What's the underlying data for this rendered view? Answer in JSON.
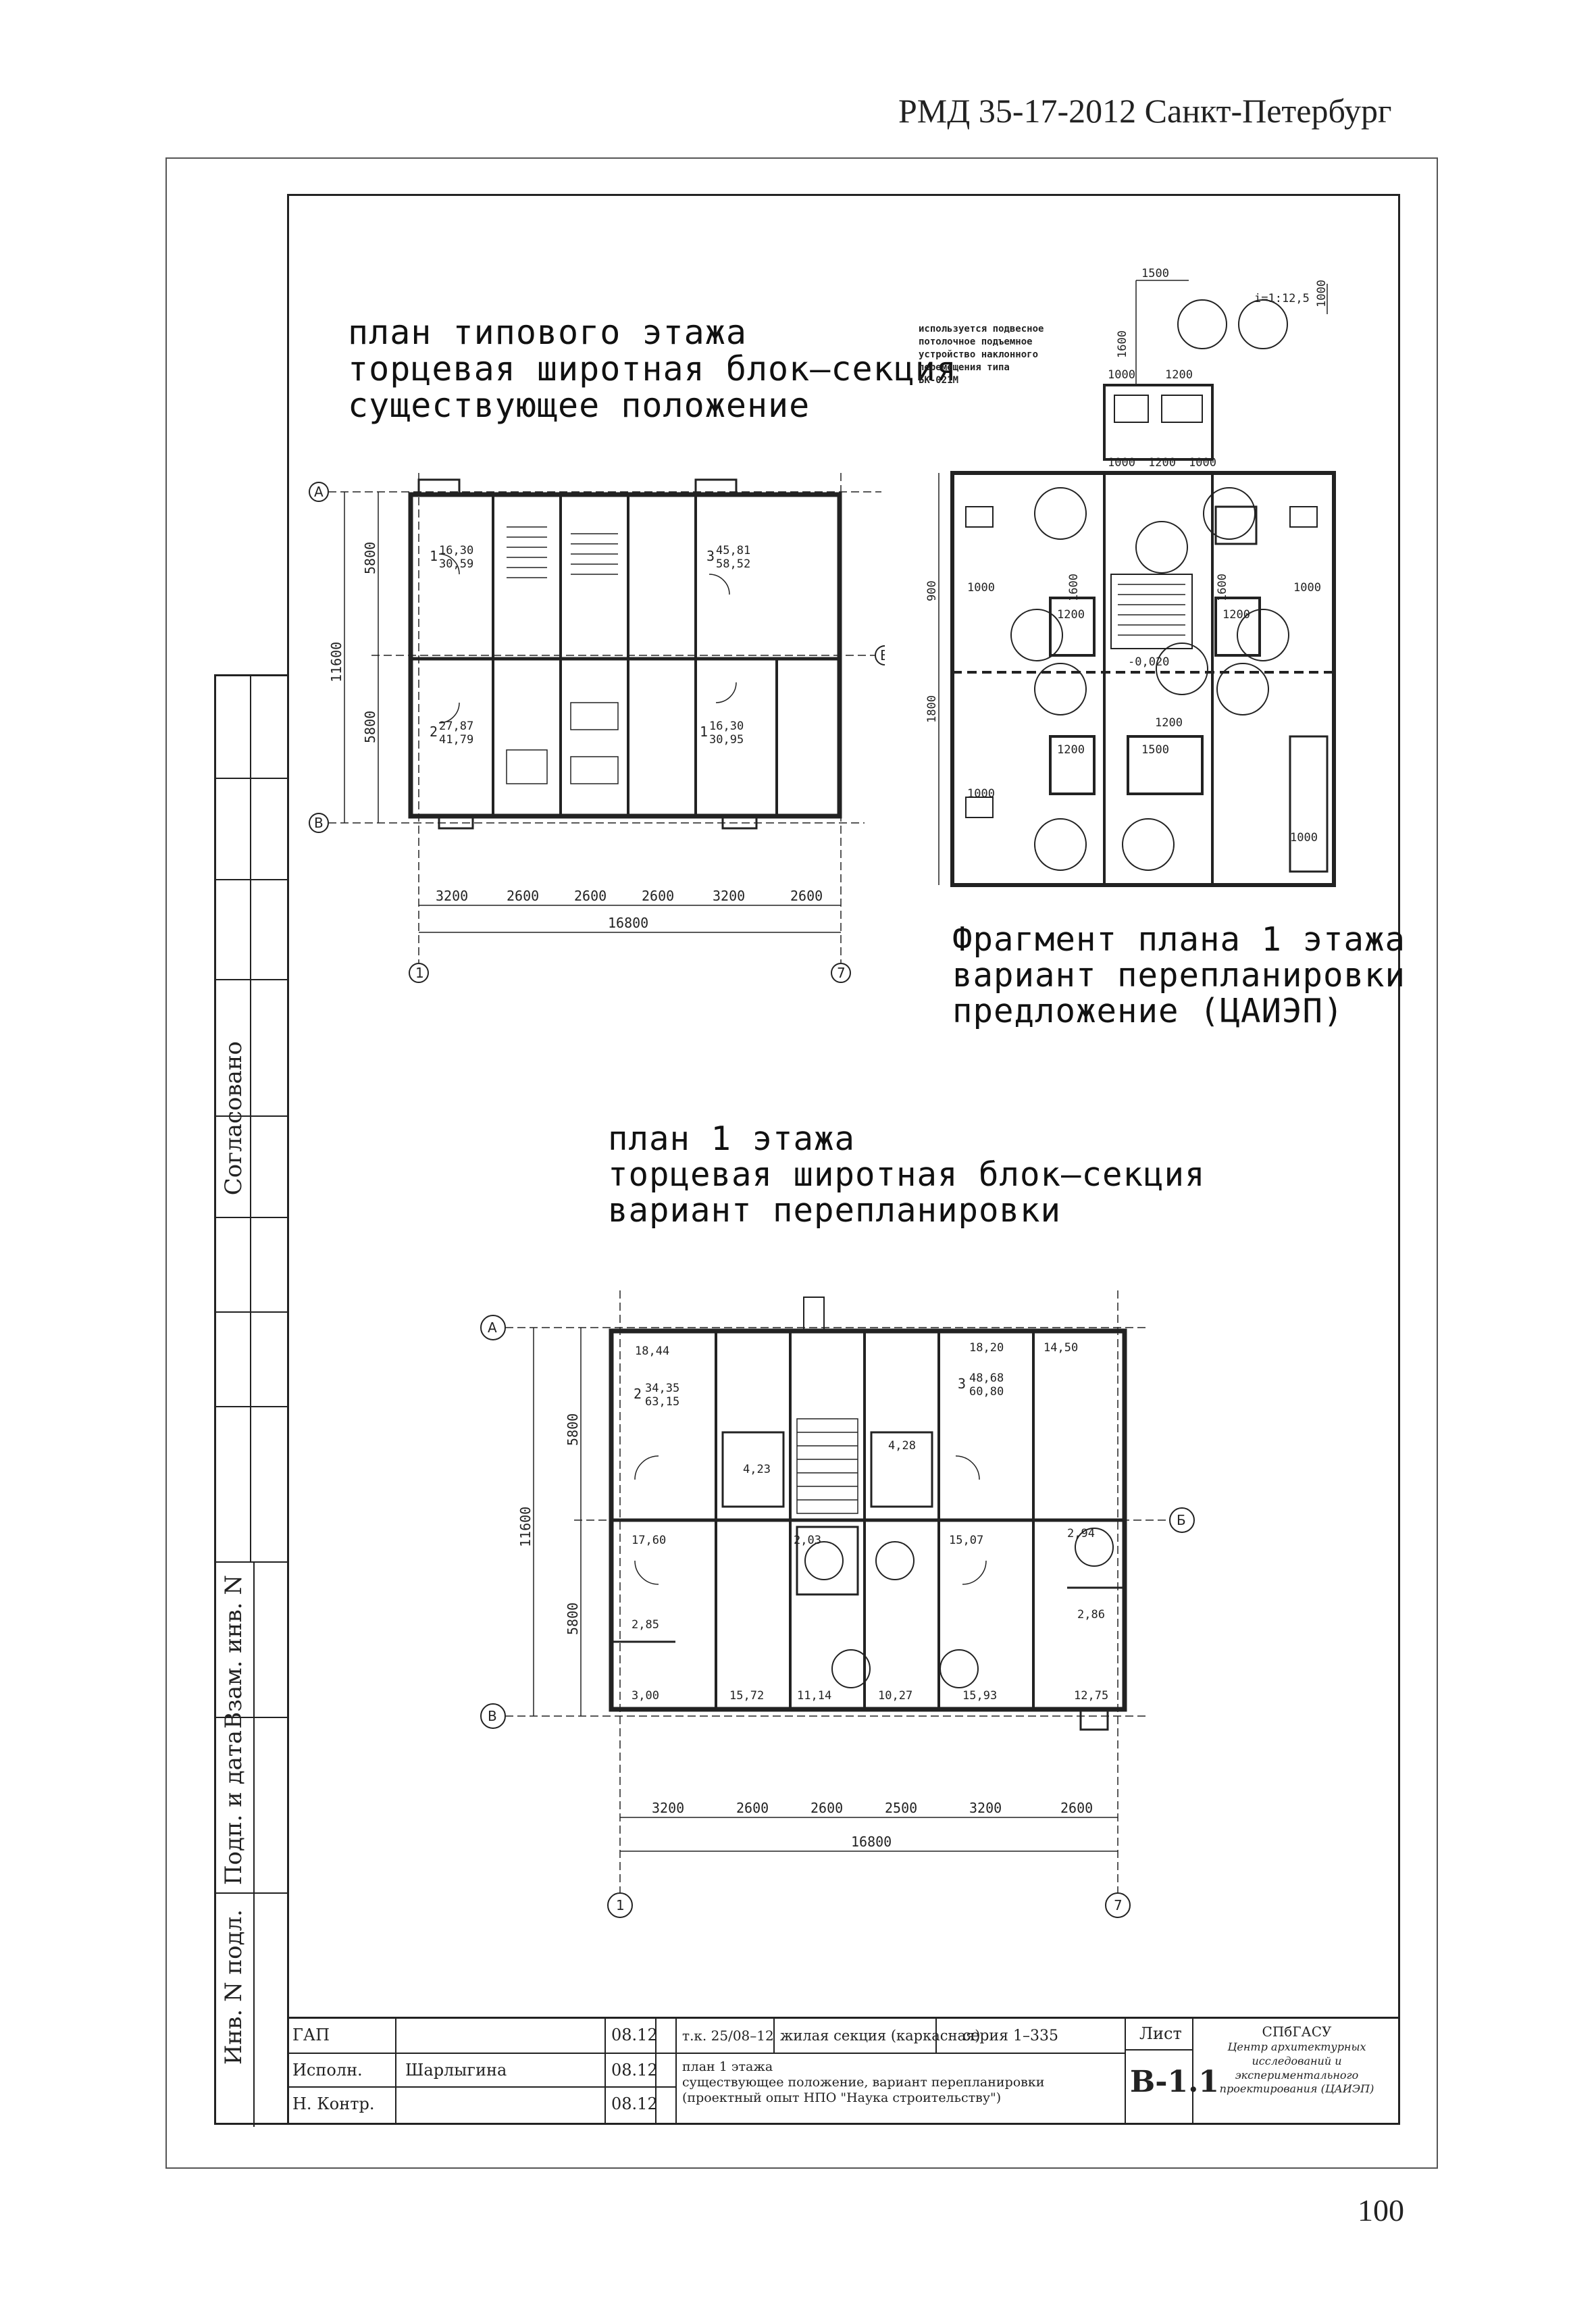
{
  "header": {
    "doc_title": "РМД 35-17-2012 Санкт-Петербург"
  },
  "page_number": "100",
  "drawing_titles": {
    "plan_typical": [
      "план типового этажа",
      "торцевая широтная блок–секция",
      "существующее положение"
    ],
    "fragment": [
      "Фрагмент плана 1 этажа",
      "вариант перепланировки",
      "предложение (ЦАИЭП)"
    ],
    "plan_first": [
      "план 1 этажа",
      "торцевая широтная блок–секция",
      "вариант перепланировки"
    ]
  },
  "fragment_note": [
    "используется подвесное",
    "потолочное подъемное",
    "устройство наклонного",
    "перемещения типа",
    "БК-021М"
  ],
  "scale_label": "i=1:12,5",
  "plan_typical": {
    "axis_letters": [
      "А",
      "Б",
      "В"
    ],
    "axis_numbers": [
      "1",
      "7"
    ],
    "vertical_dims": [
      "5800",
      "5800",
      "11600"
    ],
    "horizontal_dims": [
      "3200",
      "2600",
      "2600",
      "2600",
      "3200",
      "2600"
    ],
    "total_dim": "16800",
    "apartments": [
      {
        "num": "1",
        "area_living": "16,30",
        "area_total": "30,59"
      },
      {
        "num": "3",
        "area_living": "45,81",
        "area_total": "58,52"
      },
      {
        "num": "2",
        "area_living": "27,87",
        "area_total": "41,79"
      },
      {
        "num": "1",
        "area_living": "16,30",
        "area_total": "30,95"
      }
    ]
  },
  "fragment_dims": {
    "top": [
      "1500",
      "1000"
    ],
    "side": [
      "1600",
      "900",
      "1600",
      "1600",
      "1800"
    ],
    "level": "-0,020",
    "marks": [
      "1000",
      "1200",
      "1200",
      "1000",
      "1200",
      "1500",
      "1200",
      "1000",
      "1000",
      "1200",
      "1000",
      "1000",
      "1200",
      "1000"
    ]
  },
  "plan_first": {
    "axis_letters": [
      "А",
      "Б",
      "В"
    ],
    "axis_numbers": [
      "1",
      "7"
    ],
    "vertical_dims": [
      "5800",
      "5800",
      "11600"
    ],
    "horizontal_dims": [
      "3200",
      "2600",
      "2600",
      "2500",
      "3200",
      "2600"
    ],
    "total_dim": "16800",
    "room_areas": [
      "18,44",
      "18,20",
      "14,50",
      "4,23",
      "4,28",
      "17,60",
      "2,03",
      "15,07",
      "2,94",
      "2,85",
      "2,86",
      "3,00",
      "15,72",
      "11,14",
      "10,27",
      "15,93",
      "12,75"
    ],
    "apartments": [
      {
        "num": "2",
        "area_living": "34,35",
        "area_total": "63,15"
      },
      {
        "num": "3",
        "area_living": "48,68",
        "area_total": "60,80"
      }
    ]
  },
  "side_stamp": {
    "labels": [
      "Согласовано",
      "Взам. инв. N",
      "Подп. и дата",
      "Инв. N подл."
    ]
  },
  "title_block": {
    "roles": [
      "ГАП",
      "Исполн.",
      "Н. Контр."
    ],
    "names": [
      "",
      "Шарлыгина",
      ""
    ],
    "dates": [
      "08.12",
      "08.12",
      "08.12"
    ],
    "code": "т.к. 25/08–12",
    "project": "жилая секция (каркасная)",
    "series": "серия 1–335",
    "sheet_label": "Лист",
    "sheet": "В-1.1",
    "description": [
      "план 1 этажа",
      "существующее положение, вариант перепланировки",
      "(проектный опыт НПО \"Наука строительству\")"
    ],
    "org": [
      "СПбГАСУ",
      "Центр архитектурных",
      "исследований и",
      "экспериментального",
      "проектирования (ЦАИЭП)"
    ]
  }
}
